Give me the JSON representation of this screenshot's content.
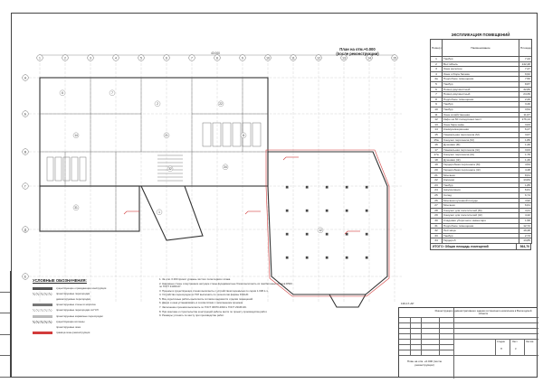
{
  "plan_title": [
    "План на отм.+0.000",
    "(после реконструкции)"
  ],
  "schedule": {
    "title": "ЭКСПЛИКАЦИЯ ПОМЕЩЕНИЙ",
    "headers": [
      "Номер помещ.",
      "Наименование",
      "Площадь, м2"
    ],
    "rows": [
      [
        "1",
        "Тамбур",
        "7,43"
      ],
      [
        "2",
        "Вестибюль",
        "142,48"
      ],
      [
        "3",
        "Зона ресепшн",
        "7,47"
      ],
      [
        "4",
        "Зона отбора багажа",
        "9,62"
      ],
      [
        "4а",
        "Подсобное помещение",
        "7,50"
      ],
      [
        "5",
        "Тамбур",
        "8,87"
      ],
      [
        "6",
        "Номер двухместный",
        "32,86"
      ],
      [
        "7",
        "Номер двухместный",
        "24,39"
      ],
      [
        "8",
        "Подсобное помещение",
        "2,26"
      ],
      [
        "9",
        "Тамбур",
        "3,46"
      ],
      [
        "10",
        "Тамбур",
        "3,54"
      ],
      [
        "11",
        "Зона хозяйственная",
        "11,67"
      ],
      [
        "12",
        "Кафе на 60 посадочных мест",
        "176,14"
      ],
      [
        "13",
        "Зона бара кафе",
        "3,63"
      ],
      [
        "14",
        "Коммуникационная",
        "6,27"
      ],
      [
        "15",
        "Умывальная персонала (М)",
        "3,67"
      ],
      [
        "15а",
        "Санузел персонала (М)",
        "1,86"
      ],
      [
        "16",
        "Душевая (М)",
        "1,46"
      ],
      [
        "17",
        "Умывальная персонала (Ж)",
        "3,63"
      ],
      [
        "17а",
        "Санузел персонала (Ж)",
        "1,76"
      ],
      [
        "18",
        "Душевая (Ж)",
        "1,46"
      ],
      [
        "19",
        "Гардеробная персонала (М)",
        "4,54"
      ],
      [
        "20",
        "Гардеробная персонала (Ж)",
        "4,48"
      ],
      [
        "21",
        "Моечная",
        "8,61"
      ],
      [
        "22",
        "Коридор",
        "13,84"
      ],
      [
        "23",
        "Тамбур",
        "1,85"
      ],
      [
        "24",
        "Аккумуляция",
        "6,61"
      ],
      [
        "25",
        "Склад",
        "6,74"
      ],
      [
        "26",
        "Моечная кухонной посуды",
        "4,92"
      ],
      [
        "27",
        "Моечная",
        "6,61"
      ],
      [
        "28",
        "Санузел для посетителей (М)",
        "4,21"
      ],
      [
        "29",
        "Санузел для посетителей (Ж)",
        "4,42"
      ],
      [
        "30",
        "Кладовая уборочного инвентаря",
        "1,58"
      ],
      [
        "31",
        "Подсобное помещение",
        "12,72"
      ],
      [
        "32",
        "Лестница",
        "19,48"
      ],
      [
        "33",
        "Тамбур",
        "2,73"
      ],
      [
        "34",
        "Гардероб",
        "13,85"
      ]
    ],
    "total_label": "ИТОГО:   Общая площадь помещений",
    "total_value": "564,70"
  },
  "legend": {
    "title": "УСЛОВНЫЕ ОБОЗНАЧЕНИЯ:",
    "items": [
      {
        "label": "существующие ограждающие конструкции",
        "color": "#555555",
        "style": "solid"
      },
      {
        "label": "проектируемые перегородки",
        "color": "#888888",
        "style": "hatch"
      },
      {
        "label": "демонтируемые перегородки",
        "color": "#999999",
        "style": "dash"
      },
      {
        "label": "проектируемые стены из кирпича",
        "color": "#777777",
        "style": "solid"
      },
      {
        "label": "проектируемые перегородки из ГКЛ",
        "color": "#aaaaaa",
        "style": "hatch"
      },
      {
        "label": "проектируемые каркасные перегородки",
        "color": "#bbbbbb",
        "style": "solid"
      },
      {
        "label": "существующие колонны",
        "color": "#666666",
        "style": "hatch"
      },
      {
        "label": "проектируемые окна",
        "color": "#999999",
        "style": "dash"
      },
      {
        "label": "граница зоны реконструкции",
        "color": "#d23b3b",
        "style": "solid"
      }
    ]
  },
  "notes": [
    "1. За отм. 0.000 принят уровень чистого пола первого этажа.",
    "2. Наружные стены и внутренние несущие стены фундаментные блоки выполнить из газобетонных блоков D500 по ГОСТ 31360-07.",
    "3. Проемы в существующих стенах выполнить с устройством перемычек по серии 1.038.1-1.",
    "4. Устройство перегородок из ГКЛ выполнить по технологии фирмы KNAUF.",
    "5. Все отделочные работы выполнять согласно ведомости отделки помещений.",
    "6. Двери и окна устанавливать в соответствии с заполнением проемов.",
    "7. Заполнение проемов выполнять по ГОСТ 30970-2002 и ГОСТ 23166-99.",
    "8. При монтаже и строительстве конструкций работы вести по проекту производства работ.",
    "9. Размеры уточнить по месту при производстве работ."
  ],
  "stamp": {
    "code": "130-17-АР",
    "description": "Реконструкция административного здания гостиничного комплекса в Вологодской области",
    "sheet_name": "План на отм. +0.000 (после реконструкции)",
    "headers": [
      "Стадия",
      "Лист",
      "Листов"
    ],
    "values": [
      "П",
      "3",
      ""
    ]
  },
  "plan": {
    "dim_total": "43 000",
    "row_axes": [
      "1",
      "2",
      "3",
      "4",
      "5",
      "6",
      "7",
      "8",
      "9",
      "10",
      "11",
      "12",
      "13",
      "14",
      "15"
    ],
    "col_axes": [
      "А",
      "Б",
      "В",
      "Г",
      "Д",
      "Е"
    ],
    "room_labels": [
      "12",
      "2",
      "6",
      "7",
      "14",
      "21",
      "22",
      "31",
      "32",
      "34",
      "1",
      "11"
    ]
  }
}
